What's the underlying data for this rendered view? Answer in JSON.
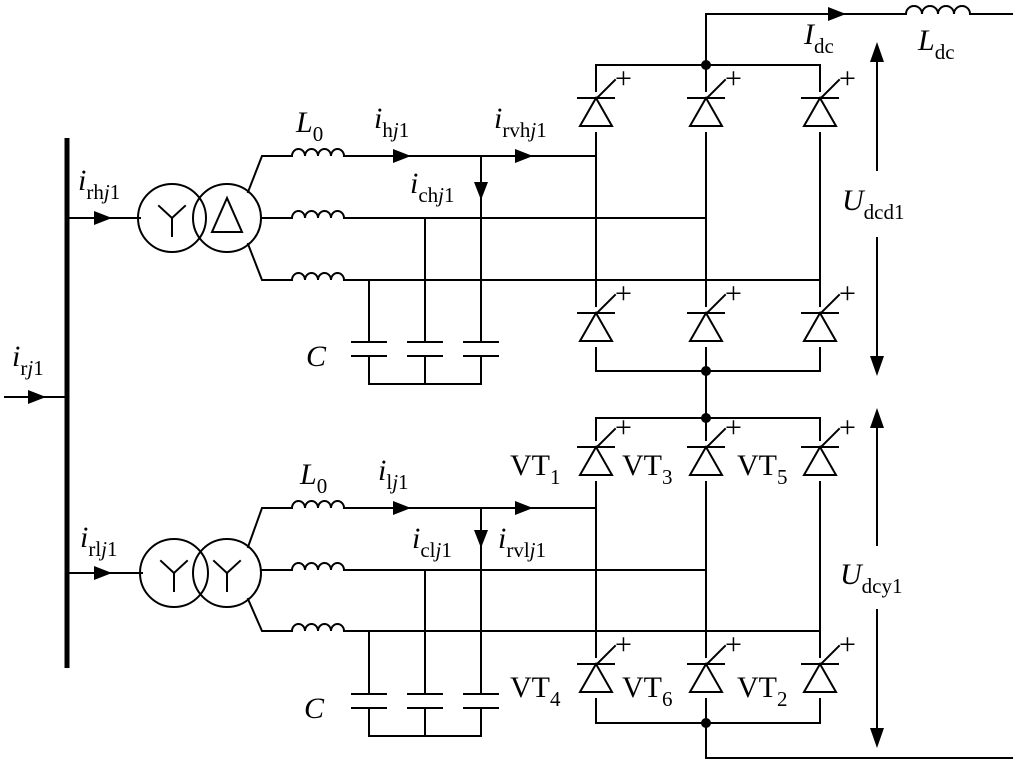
{
  "labels": {
    "i_rj1": {
      "main": "i",
      "s1": "r",
      "s2": "j",
      "s3": "1"
    },
    "i_rhj1": {
      "main": "i",
      "s1": "rh",
      "s2": "j",
      "s3": "1"
    },
    "i_rlj1": {
      "main": "i",
      "s1": "rl",
      "s2": "j",
      "s3": "1"
    },
    "L0_top": {
      "main": "L",
      "sub": "0"
    },
    "L0_bot": {
      "main": "L",
      "sub": "0"
    },
    "i_hj1": {
      "main": "i",
      "s1": "h",
      "s2": "j",
      "s3": "1"
    },
    "i_rvhj1": {
      "main": "i",
      "s1": "rvh",
      "s2": "j",
      "s3": "1"
    },
    "i_chj1": {
      "main": "i",
      "s1": "ch",
      "s2": "j",
      "s3": "1"
    },
    "i_lj1": {
      "main": "i",
      "s1": "l",
      "s2": "j",
      "s3": "1"
    },
    "i_clj1": {
      "main": "i",
      "s1": "cl",
      "s2": "j",
      "s3": "1"
    },
    "i_rvlj1": {
      "main": "i",
      "s1": "rvl",
      "s2": "j",
      "s3": "1"
    },
    "C_top": "C",
    "C_bot": "C",
    "I_dc": {
      "main": "I",
      "sub": "dc"
    },
    "L_dc": {
      "main": "L",
      "sub": "dc"
    },
    "U_dcd1": {
      "main": "U",
      "sub": "dcd1"
    },
    "U_dcy1": {
      "main": "U",
      "sub": "dcy1"
    },
    "VT1": {
      "main": "VT",
      "sub": "1"
    },
    "VT3": {
      "main": "VT",
      "sub": "3"
    },
    "VT5": {
      "main": "VT",
      "sub": "5"
    },
    "VT4": {
      "main": "VT",
      "sub": "4"
    },
    "VT6": {
      "main": "VT",
      "sub": "6"
    },
    "VT2": {
      "main": "VT",
      "sub": "2"
    },
    "plus": "+"
  }
}
